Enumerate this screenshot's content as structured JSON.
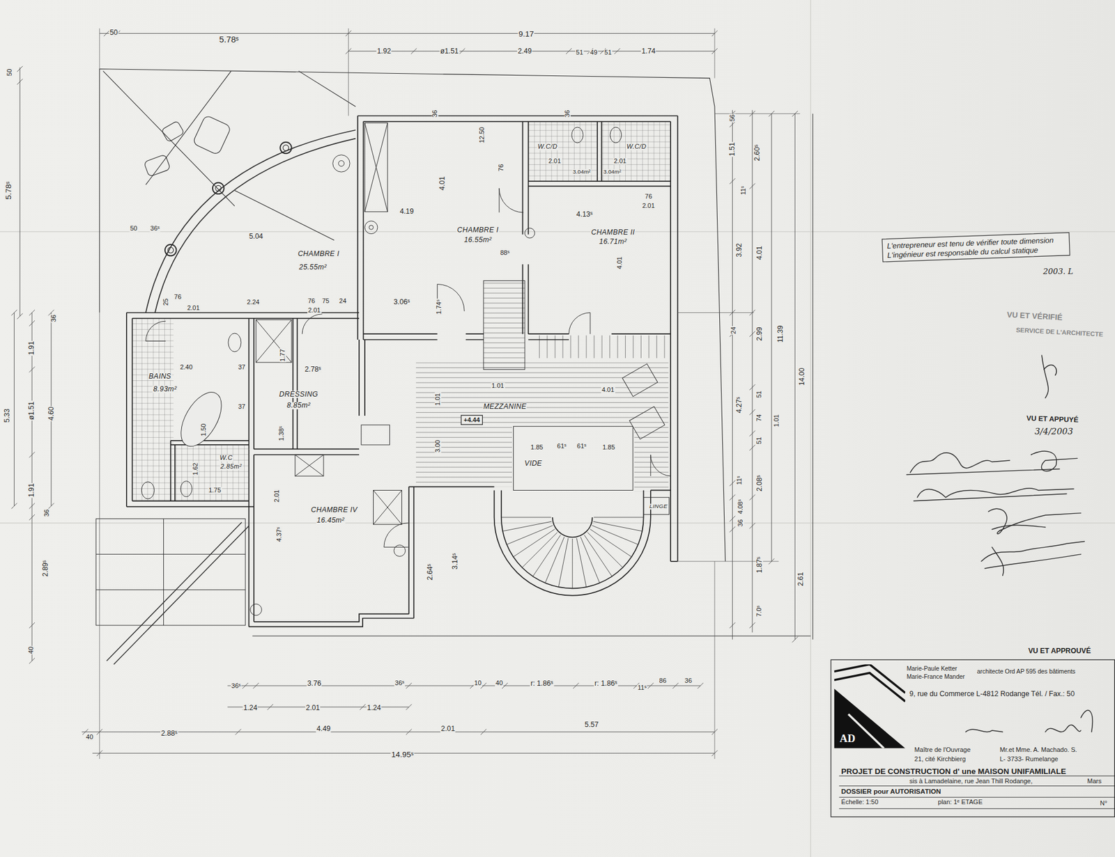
{
  "diagram": {
    "nodes": [
      {
        "text": [
          "L'entrepreneur est tenu de vérifier toute dimension L'ingénieur est responsable du calcul statique"
        ]
      },
      {
        "text": [
          "+4.44"
        ]
      },
      {
        "text": [
          "Marie-Paule Ketter",
          "Marie-France Mander",
          "architecte Ord AP 595 des bâtiments",
          "9, rue du Commerce L-4812 Rodange Tél. / Fax.: 50",
          "Maître de l'Ouvrage",
          "Mr.et Mme. A. Machado. S.",
          "21, cité Kirchbierg",
          "L- 3733- Rumelange",
          "PROJET DE CONSTRUCTION d' une MAISON UNIFAMILIALE",
          "sis à Lamadelaine, rue Jean Thill Rodange,",
          "Mars",
          "DOSSIER pour AUTORISATION",
          "Échelle: 1:50",
          "plan: 1ᵉ ETAGE",
          "N°"
        ]
      },
      {
        "text": [
          "AD"
        ],
        "in": 2
      }
    ],
    "labels": [
      "50",
      "5.78ˢ",
      "9.17",
      "1.92",
      "ø1.51",
      "2.49",
      "51",
      "49",
      "51",
      "1.74",
      "50",
      "5.78ˢ",
      "36",
      "1.91",
      "5.33",
      "ø1.51",
      "4.60",
      "1.91",
      "36",
      "2.89ˢ",
      "40",
      "56",
      "1.51",
      "2.60ˢ",
      "11ˢ",
      "3.92",
      "4.01",
      "24",
      "2.99",
      "11.39",
      "14.00",
      "4.27ˢ",
      "51",
      "74",
      "1.01",
      "51",
      "11ˢ",
      "2.08ˢ",
      "4.08ˢ",
      "36",
      "1.87ˢ",
      "2.61",
      "7.0ˢ",
      "36ˢ",
      "3.76",
      "36ˢ",
      "10",
      "40",
      "r: 1.86ˢ",
      "r: 1.86ˢ",
      "11ˢ",
      "86",
      "36",
      "1.24",
      "2.01",
      "1.24",
      "40",
      "2.88ˢ",
      "4.49",
      "2.01",
      "5.57",
      "14.95ˢ",
      "CHAMBRE I",
      "25.55m²",
      "5.04",
      "50",
      "36ˢ",
      "25",
      "76",
      "2.01",
      "2.24",
      "76",
      "2.01",
      "75",
      "24",
      "CHAMBRE I",
      "16.55m²",
      "4.19",
      "4.01",
      "12.50",
      "76",
      "W.C/D",
      "W.C/D",
      "2.01",
      "2.01",
      "3.04m²",
      "3.04m²",
      "4.13ˢ",
      "CHAMBRE II",
      "16.71m²",
      "76",
      "2.01",
      "36",
      "36",
      "88ˢ",
      "1.74ˢ",
      "3.06ˢ",
      "4.01",
      "BAINS",
      "8.93m²",
      "2.40",
      "1.50",
      "37",
      "37",
      "DRESSING",
      "8.85m²",
      "1.77",
      "2.78ˢ",
      "1.38ˢ",
      "W.C",
      "2.85m²",
      "1.62",
      "1.75",
      "MEZZANINE",
      "1.01",
      "3.00",
      "VIDE",
      "1.85",
      "61ˢ",
      "61ˢ",
      "1.85",
      "4.01",
      "CHAMBRE IV",
      "16.45m²",
      "4.37ˢ",
      "2.01",
      "LINGE",
      "3.14ˢ",
      "2.64ˢ",
      "1.01",
      "2003. L",
      "VU ET VÉRIFIÉ",
      "SERVICE DE L'ARCHITECTE",
      "VU ET APPUYÉ",
      "3/4/2003",
      "VU ET APPROUVÉ"
    ]
  }
}
